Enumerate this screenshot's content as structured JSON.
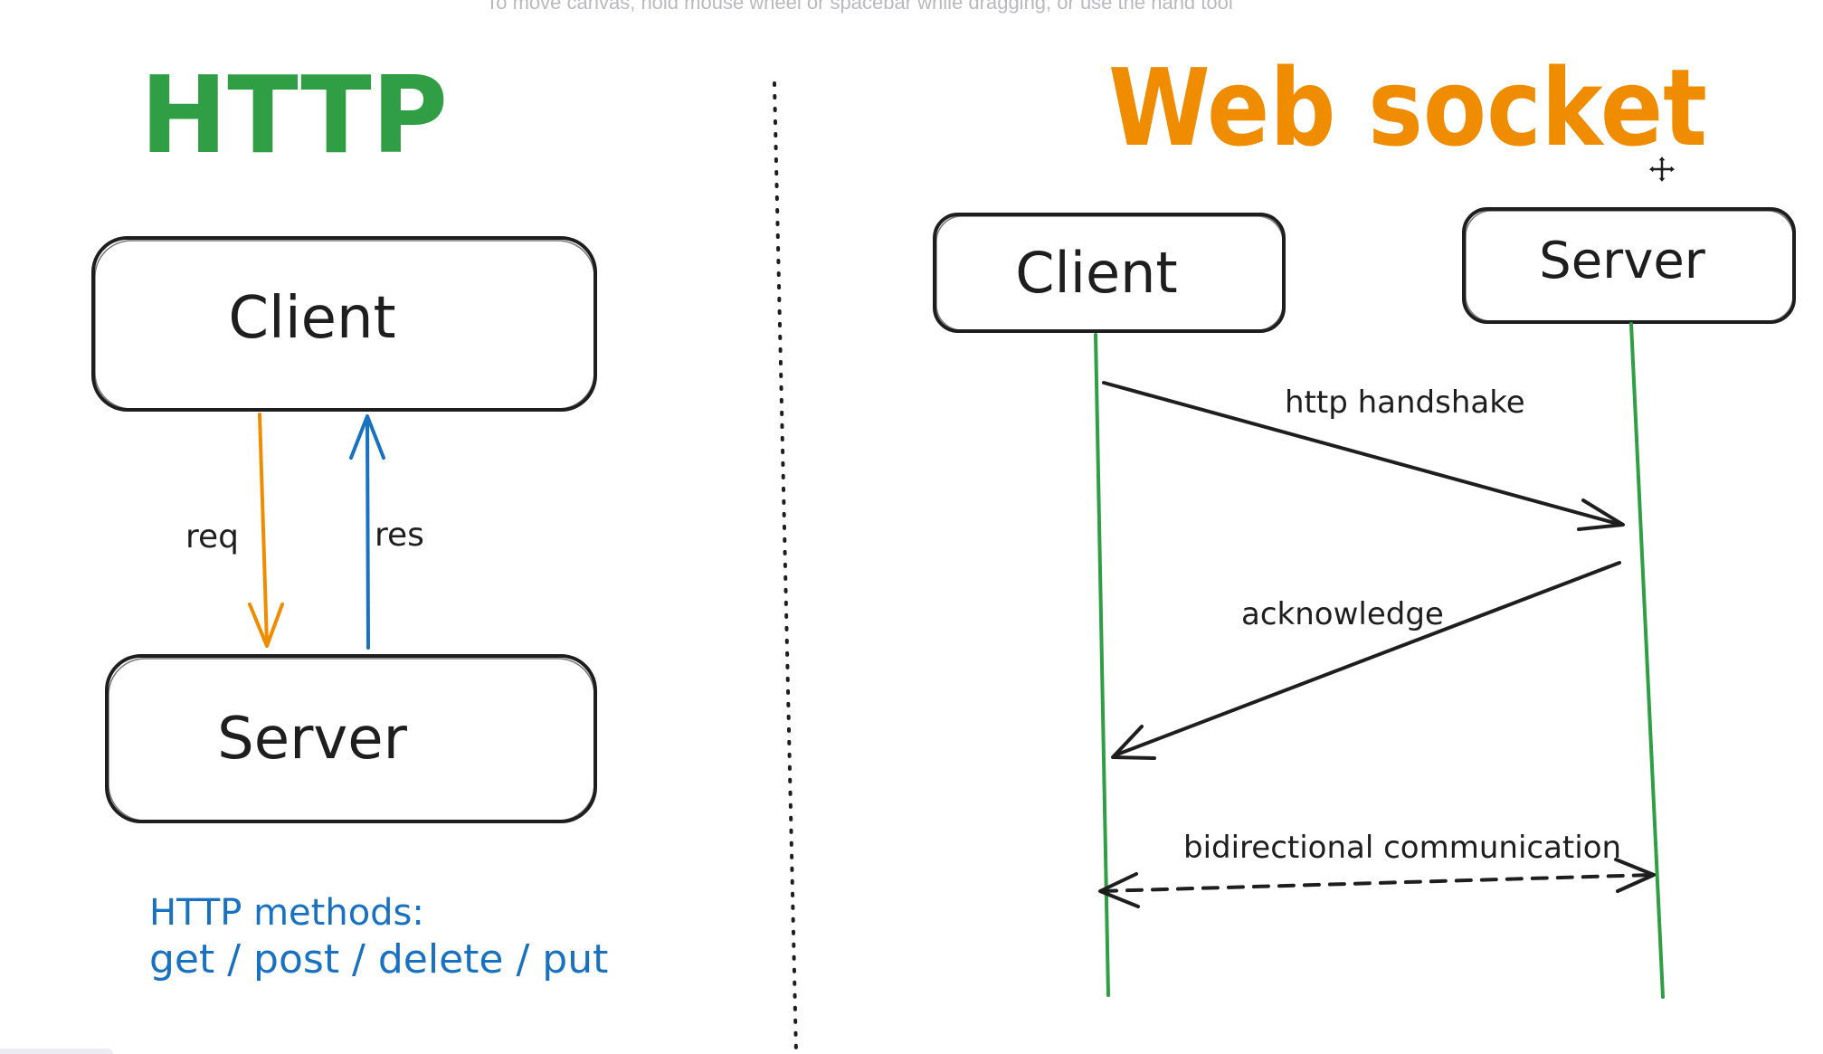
{
  "canvas_hint": "To move canvas, hold mouse wheel or spacebar while dragging, or use the hand tool",
  "colors": {
    "http_title": "#2f9e44",
    "websocket_title": "#f08c00",
    "request_arrow": "#f08c00",
    "response_arrow": "#1971c2",
    "lifeline": "#2f9e44",
    "methods_text": "#1971c2",
    "stroke": "#1e1e1e"
  },
  "http": {
    "title": "HTTP",
    "client_label": "Client",
    "server_label": "Server",
    "req_label": "req",
    "res_label": "res",
    "methods_title": "HTTP methods:",
    "methods_list": "get / post / delete / put"
  },
  "websocket": {
    "title": "Web socket",
    "client_label": "Client",
    "server_label": "Server",
    "handshake_label": "http handshake",
    "acknowledge_label": "acknowledge",
    "bidirectional_label": "bidirectional communication"
  },
  "icons": {
    "cursor": "move-cursor-icon"
  }
}
